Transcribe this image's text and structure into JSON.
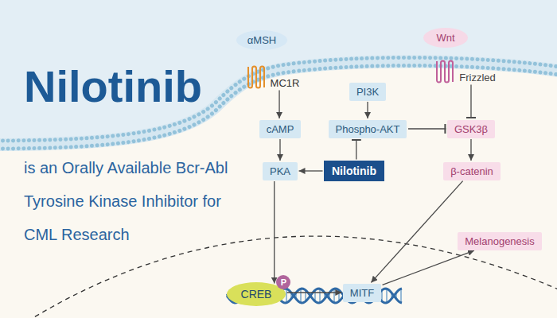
{
  "diagram": {
    "title": "Nilotinib",
    "caption": "is an Orally Available Bcr-Abl Tyrosine Kinase Inhibitor for CML Research",
    "nodes": [
      {
        "text": [
          "αMSH"
        ]
      },
      {
        "text": [
          "MC1R"
        ]
      },
      {
        "text": [
          "Wnt"
        ]
      },
      {
        "text": [
          "Frizzled"
        ]
      },
      {
        "text": [
          "PI3K"
        ]
      },
      {
        "text": [
          "cAMP"
        ]
      },
      {
        "text": [
          "Phospho-AKT"
        ]
      },
      {
        "text": [
          "GSK3β"
        ]
      },
      {
        "text": [
          "PKA"
        ]
      },
      {
        "text": [
          "Nilotinib"
        ]
      },
      {
        "text": [
          "β-catenin"
        ]
      },
      {
        "text": [
          "Melanogenesis"
        ]
      },
      {
        "text": [
          "CREB"
        ]
      },
      {
        "text": [
          "P"
        ],
        "in": 12
      },
      {
        "text": [
          "MITF"
        ]
      }
    ],
    "edges": [
      {
        "from": 1,
        "to": 5,
        "arrow": "to"
      },
      {
        "from": 5,
        "to": 8,
        "arrow": "to"
      },
      {
        "from": 4,
        "to": 6,
        "arrow": "to"
      },
      {
        "from": 6,
        "to": 7,
        "arrow": "to"
      },
      {
        "from": 9,
        "to": 6,
        "arrow": "to"
      },
      {
        "from": 9,
        "to": 8,
        "arrow": "to"
      },
      {
        "from": 3,
        "to": 7,
        "arrow": "to"
      },
      {
        "from": 7,
        "to": 10,
        "arrow": "to"
      },
      {
        "from": 8,
        "to": 12,
        "arrow": "to"
      },
      {
        "from": 10,
        "to": 14,
        "arrow": "to"
      },
      {
        "from": 12,
        "to": 14,
        "arrow": "to"
      },
      {
        "from": 14,
        "to": 11,
        "arrow": "to"
      }
    ]
  }
}
